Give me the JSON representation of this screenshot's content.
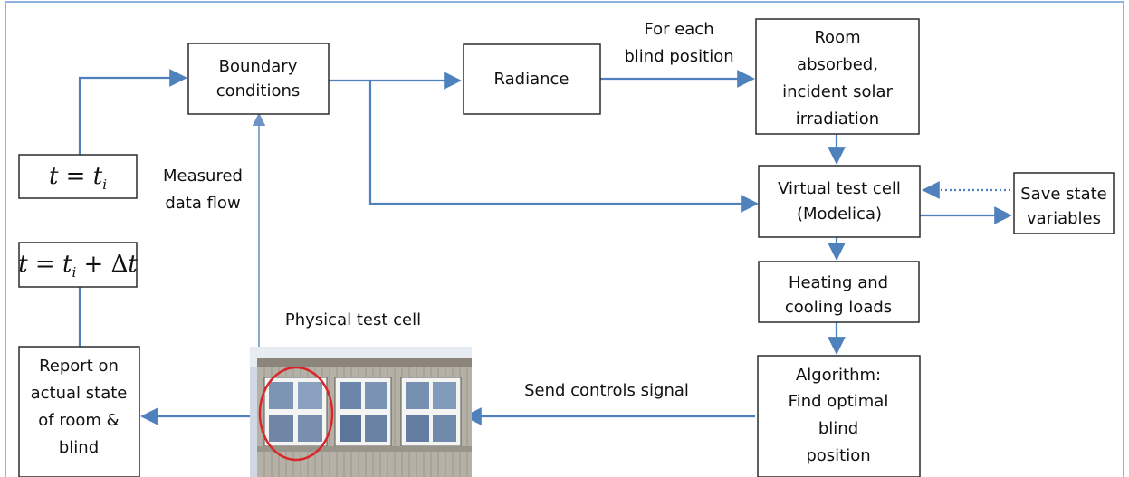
{
  "boxes": {
    "t_start": "t = t_i",
    "t_next": "t = t_i + Δt",
    "boundary": [
      "Boundary",
      "conditions"
    ],
    "radiance": [
      "Radiance"
    ],
    "room_absorbed": [
      "Room",
      "absorbed,",
      "incident solar",
      "irradiation"
    ],
    "virtual_test_cell": [
      "Virtual test cell",
      "(Modelica)"
    ],
    "save_state": [
      "Save state",
      "variables"
    ],
    "heating_cooling": [
      "Heating and",
      "cooling loads"
    ],
    "algorithm": [
      "Algorithm:",
      "Find optimal",
      "blind",
      "position"
    ],
    "report": [
      "Report on",
      "actual state",
      "of room &",
      "blind"
    ]
  },
  "labels": {
    "blind_position": [
      "For each",
      "blind position"
    ],
    "measured_data": [
      "Measured",
      "data flow"
    ],
    "physical_test_cell": "Physical test cell",
    "send_controls": "Send controls signal"
  },
  "photo": {
    "subject": "building facade with windows",
    "highlight_color": "#d9262b"
  },
  "colors": {
    "frame": "#8db3e2",
    "arrow": "#4f81bd",
    "box_border": "#2b2b2b"
  }
}
